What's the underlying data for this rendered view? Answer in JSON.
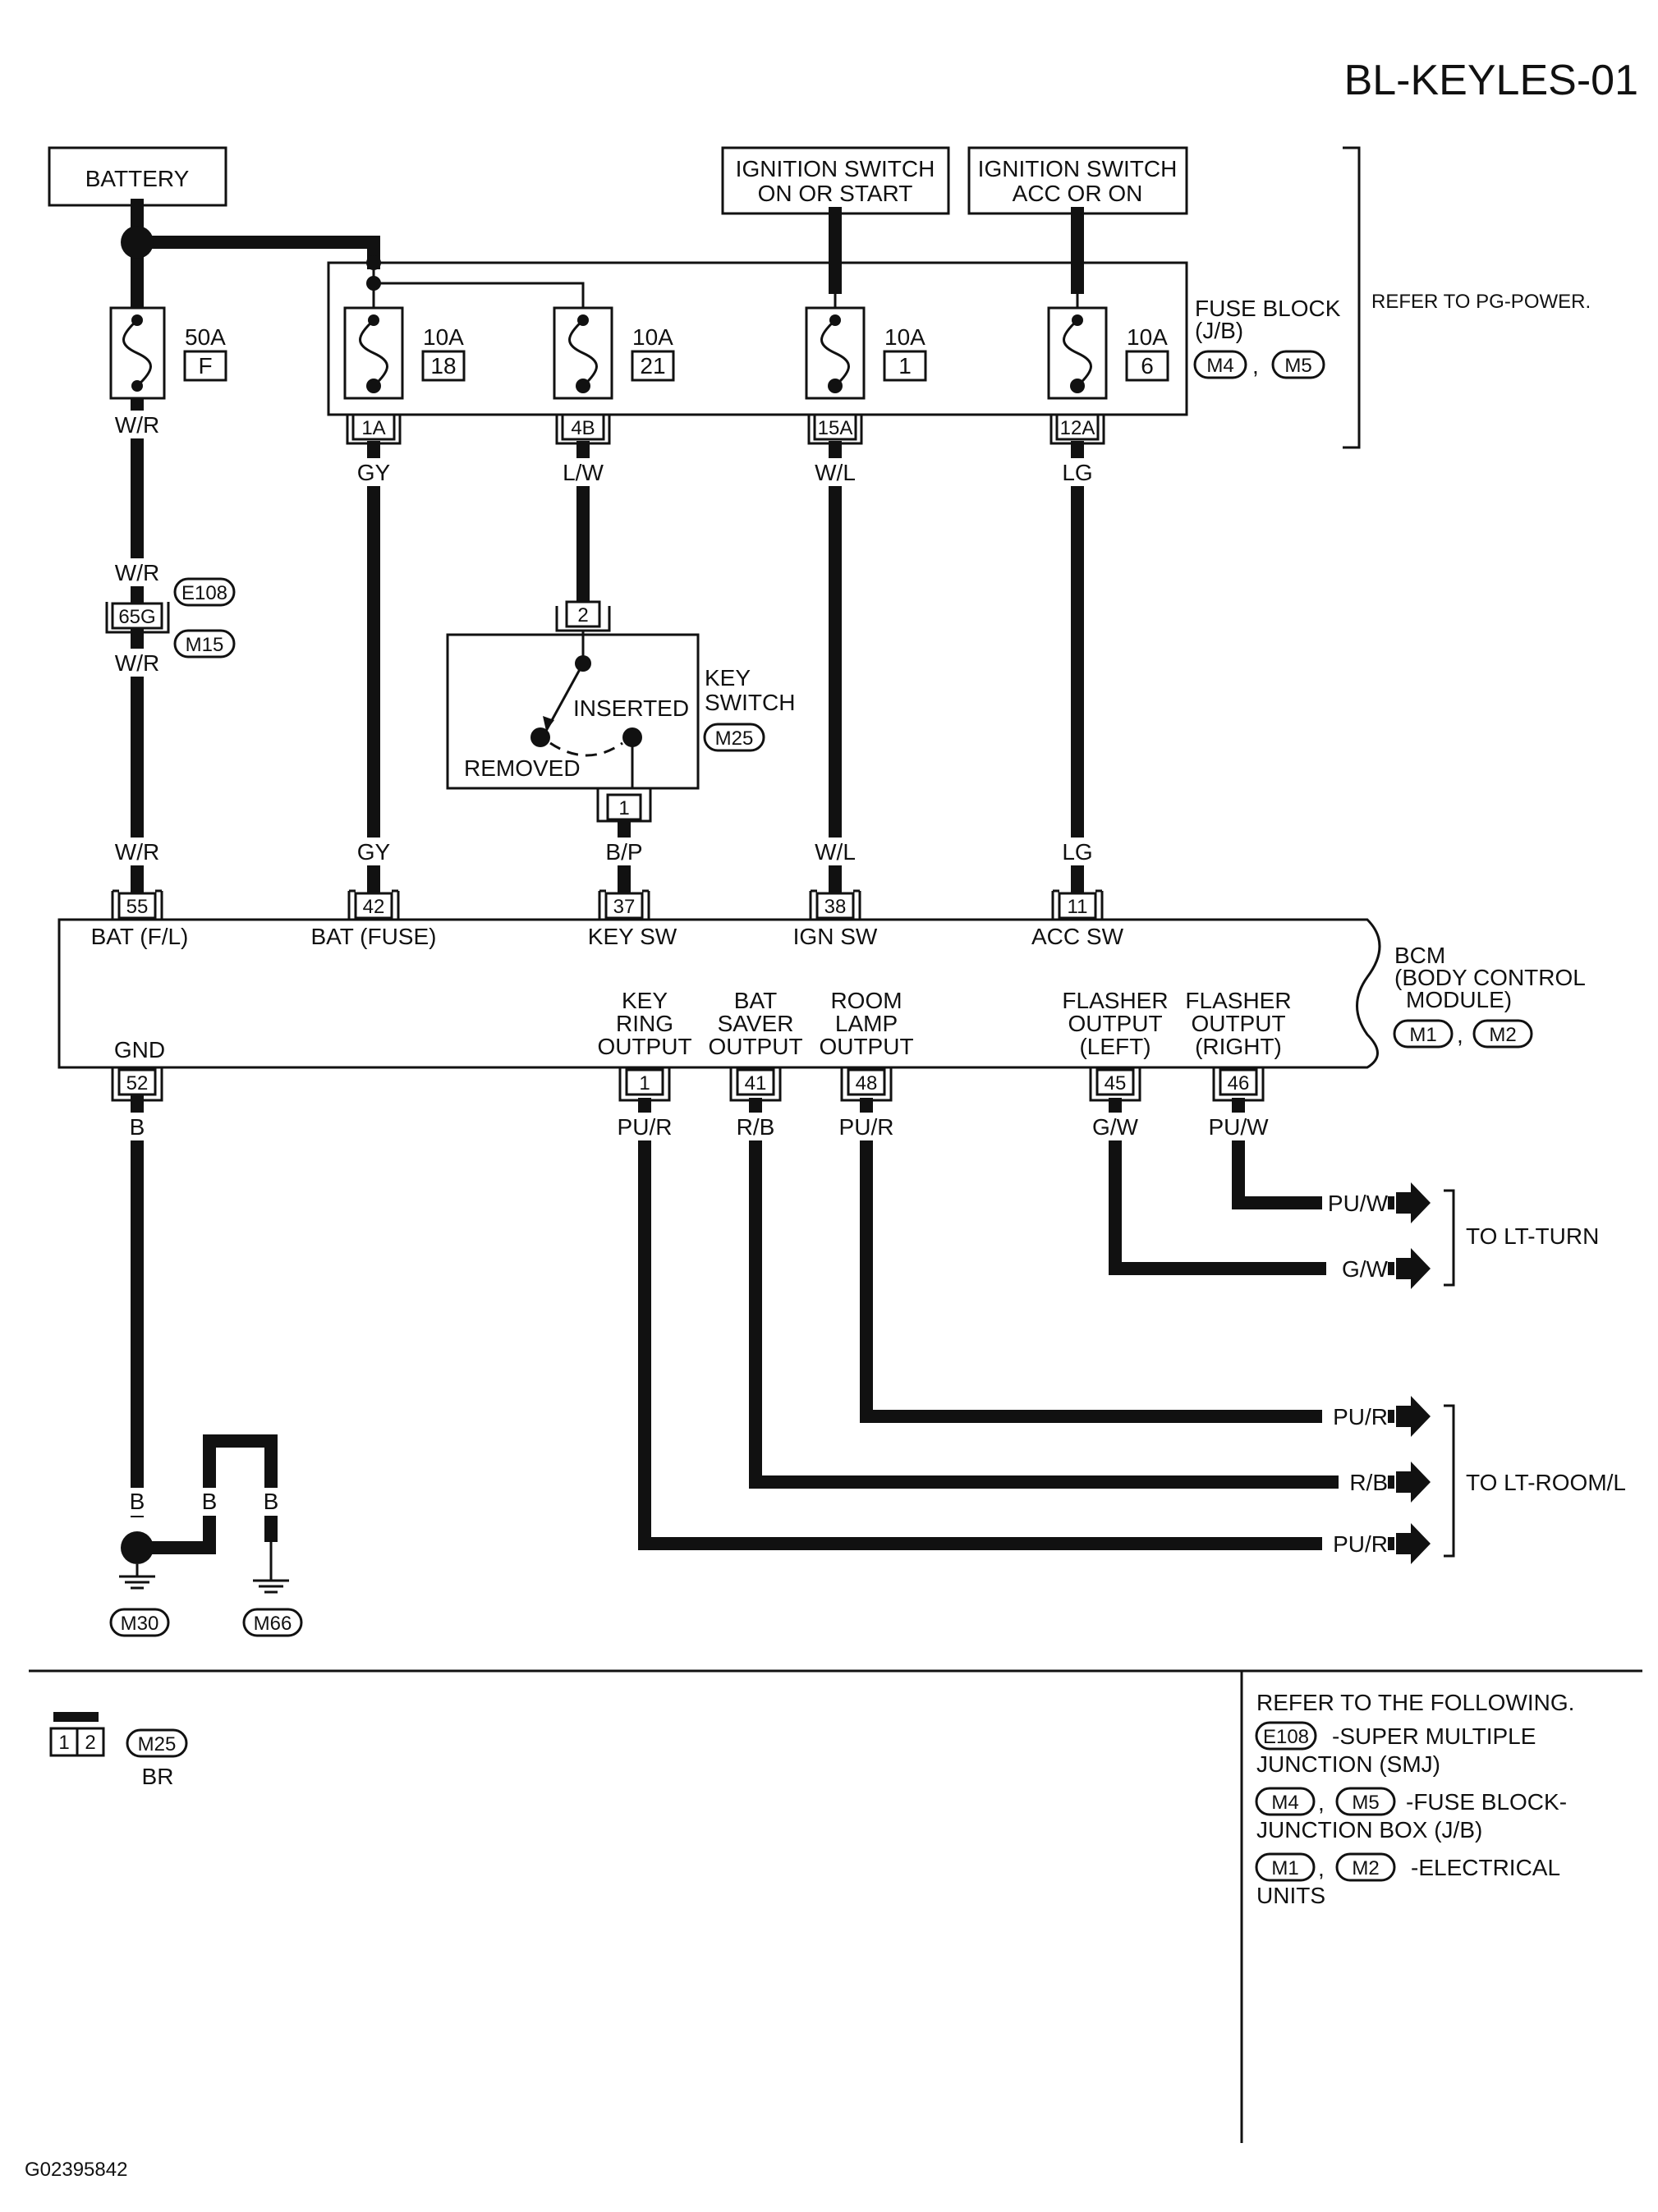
{
  "diagram_id": "BL-KEYLES-01",
  "image_code": "G02395842",
  "sources": {
    "battery": "BATTERY",
    "ign_on_start_l1": "IGNITION SWITCH",
    "ign_on_start_l2": "ON OR START",
    "ign_acc_on_l1": "IGNITION SWITCH",
    "ign_acc_on_l2": "ACC OR ON"
  },
  "fuse_block": {
    "label_l1": "FUSE BLOCK",
    "label_l2": "(J/B)",
    "conn_a": "M4",
    "conn_b": "M5",
    "refer": "REFER TO PG-POWER."
  },
  "fuses": [
    {
      "amp": "50A",
      "id": "F"
    },
    {
      "amp": "10A",
      "id": "18"
    },
    {
      "amp": "10A",
      "id": "21"
    },
    {
      "amp": "10A",
      "id": "1"
    },
    {
      "amp": "10A",
      "id": "6"
    }
  ],
  "fuse_outputs": [
    "1A",
    "4B",
    "15A",
    "12A"
  ],
  "wire_colors": {
    "wr": "W/R",
    "gy": "GY",
    "lw": "L/W",
    "wl": "W/L",
    "lg": "LG",
    "bp": "B/P",
    "b": "B",
    "pur": "PU/R",
    "rb": "R/B",
    "gw": "G/W",
    "puw": "PU/W"
  },
  "junction": {
    "pin": "65G",
    "conn_a": "E108",
    "conn_b": "M15"
  },
  "key_switch": {
    "label_l1": "KEY",
    "label_l2": "SWITCH",
    "conn": "M25",
    "pin_top": "2",
    "pin_bottom": "1",
    "inserted": "INSERTED",
    "removed": "REMOVED"
  },
  "bcm": {
    "label_l1": "BCM",
    "label_l2": "(BODY CONTROL",
    "label_l3": "MODULE)",
    "conn_a": "M1",
    "conn_b": "M2",
    "top_pins": [
      {
        "pin": "55",
        "label": "BAT (F/L)"
      },
      {
        "pin": "42",
        "label": "BAT (FUSE)"
      },
      {
        "pin": "37",
        "label": "KEY SW"
      },
      {
        "pin": "38",
        "label": "IGN SW"
      },
      {
        "pin": "11",
        "label": "ACC SW"
      }
    ],
    "gnd": {
      "pin": "52",
      "label": "GND"
    },
    "bottom_pins": [
      {
        "pin": "1",
        "l1": "KEY",
        "l2": "RING",
        "l3": "OUTPUT"
      },
      {
        "pin": "41",
        "l1": "BAT",
        "l2": "SAVER",
        "l3": "OUTPUT"
      },
      {
        "pin": "48",
        "l1": "ROOM",
        "l2": "LAMP",
        "l3": "OUTPUT"
      },
      {
        "pin": "45",
        "l1": "FLASHER",
        "l2": "OUTPUT",
        "l3": "(LEFT)"
      },
      {
        "pin": "46",
        "l1": "FLASHER",
        "l2": "OUTPUT",
        "l3": "(RIGHT)"
      }
    ]
  },
  "destinations": {
    "lt_turn": "TO LT-TURN",
    "lt_room": "TO LT-ROOM/L"
  },
  "grounds": [
    "M30",
    "M66"
  ],
  "connector_view": {
    "pin1": "1",
    "pin2": "2",
    "conn": "M25",
    "color": "BR"
  },
  "reference": {
    "heading": "REFER TO THE FOLLOWING.",
    "items": [
      {
        "conns": [
          "E108"
        ],
        "desc_l1": "-SUPER MULTIPLE",
        "desc_l2": "JUNCTION (SMJ)"
      },
      {
        "conns": [
          "M4",
          "M5"
        ],
        "desc_l1": "-FUSE BLOCK-",
        "desc_l2": "JUNCTION BOX (J/B)"
      },
      {
        "conns": [
          "M1",
          "M2"
        ],
        "desc_l1": "-ELECTRICAL",
        "desc_l2": "UNITS"
      }
    ]
  },
  "colors": {
    "ink": "#111111",
    "paper": "#ffffff"
  }
}
